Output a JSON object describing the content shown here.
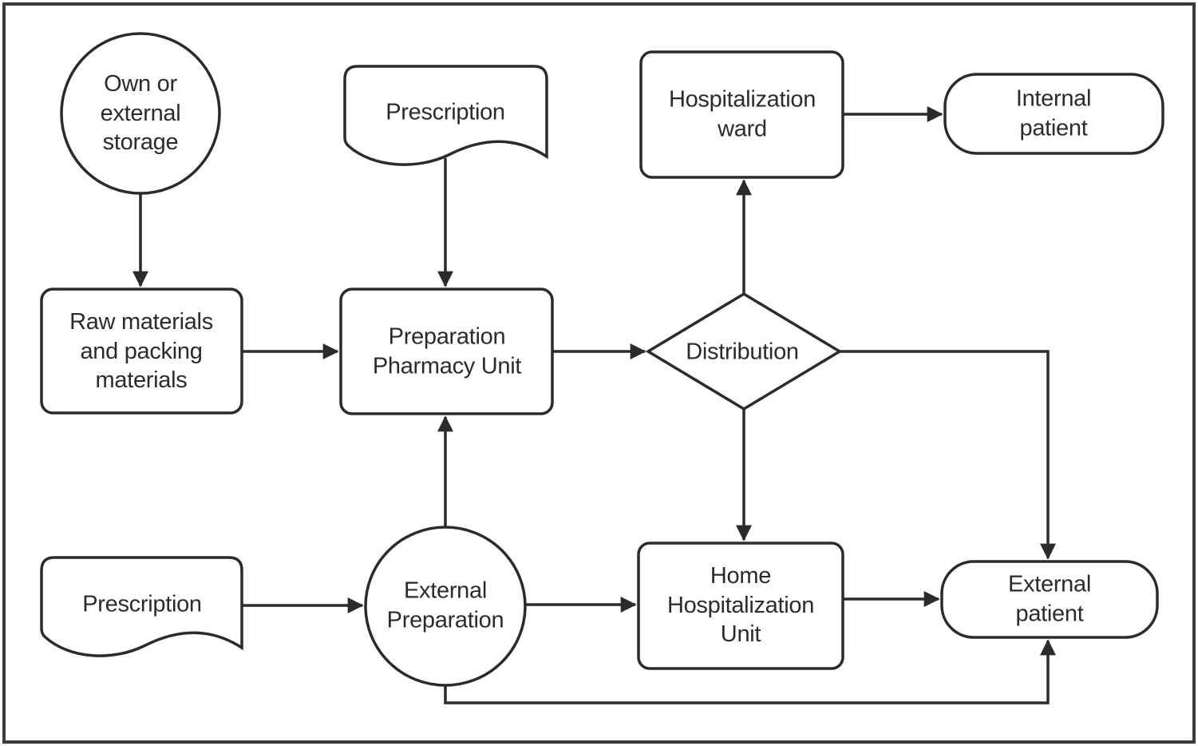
{
  "colors": {
    "stroke": "#2b2b2b",
    "frame": "#3a3a3a",
    "background": "#ffffff",
    "text": "#2b2b2b"
  },
  "diagram": {
    "type": "flowchart",
    "nodes": {
      "own_storage": {
        "label": "Own or\nexternal\nstorage",
        "shape": "circle"
      },
      "prescription_top": {
        "label": "Prescription",
        "shape": "document"
      },
      "hospitalization_ward": {
        "label": "Hospitalization\nward",
        "shape": "rounded-rect"
      },
      "internal_patient": {
        "label": "Internal patient",
        "shape": "rounded-rect-pill"
      },
      "raw_materials": {
        "label": "Raw materials\nand packing\nmaterials",
        "shape": "rounded-rect"
      },
      "preparation_pharmacy": {
        "label": "Preparation\nPharmacy Unit",
        "shape": "rounded-rect"
      },
      "distribution": {
        "label": "Distribution",
        "shape": "diamond"
      },
      "prescription_bottom": {
        "label": "Prescription",
        "shape": "document"
      },
      "external_preparation": {
        "label": "External\nPreparation",
        "shape": "circle"
      },
      "home_hospitalization": {
        "label": "Home\nHospitalization\nUnit",
        "shape": "rounded-rect"
      },
      "external_patient": {
        "label": "External patient",
        "shape": "rounded-rect-pill"
      }
    },
    "edges": [
      {
        "from": "own_storage",
        "to": "raw_materials"
      },
      {
        "from": "prescription_top",
        "to": "preparation_pharmacy"
      },
      {
        "from": "raw_materials",
        "to": "preparation_pharmacy"
      },
      {
        "from": "preparation_pharmacy",
        "to": "distribution"
      },
      {
        "from": "distribution",
        "to": "hospitalization_ward"
      },
      {
        "from": "hospitalization_ward",
        "to": "internal_patient"
      },
      {
        "from": "distribution",
        "to": "home_hospitalization"
      },
      {
        "from": "distribution",
        "to": "external_patient"
      },
      {
        "from": "prescription_bottom",
        "to": "external_preparation"
      },
      {
        "from": "external_preparation",
        "to": "preparation_pharmacy"
      },
      {
        "from": "external_preparation",
        "to": "home_hospitalization"
      },
      {
        "from": "home_hospitalization",
        "to": "external_patient"
      },
      {
        "from": "external_preparation",
        "to": "external_patient"
      }
    ]
  }
}
